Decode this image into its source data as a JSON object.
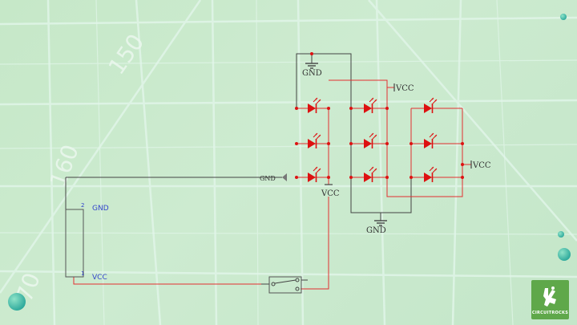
{
  "labels": {
    "gnd_top": "GND",
    "vcc_top": "VCC",
    "gnd_wire": "GND",
    "vcc_mid": "VCC",
    "vcc_right": "VCC",
    "gnd_bottom": "GND",
    "battery_pin2_num": "2",
    "battery_pin2_name": "GND",
    "battery_pin1_num": "1",
    "battery_pin1_name": "VCC"
  },
  "ruler": {
    "mark_150": "150",
    "mark_160": "160",
    "mark_70": "70"
  },
  "logo": {
    "text": "CIRCUITROCKS"
  },
  "colors": {
    "wire_red": "#e33030",
    "wire_dark": "#444444",
    "led_red": "#dd1111",
    "logo_green": "#5fa84a"
  }
}
